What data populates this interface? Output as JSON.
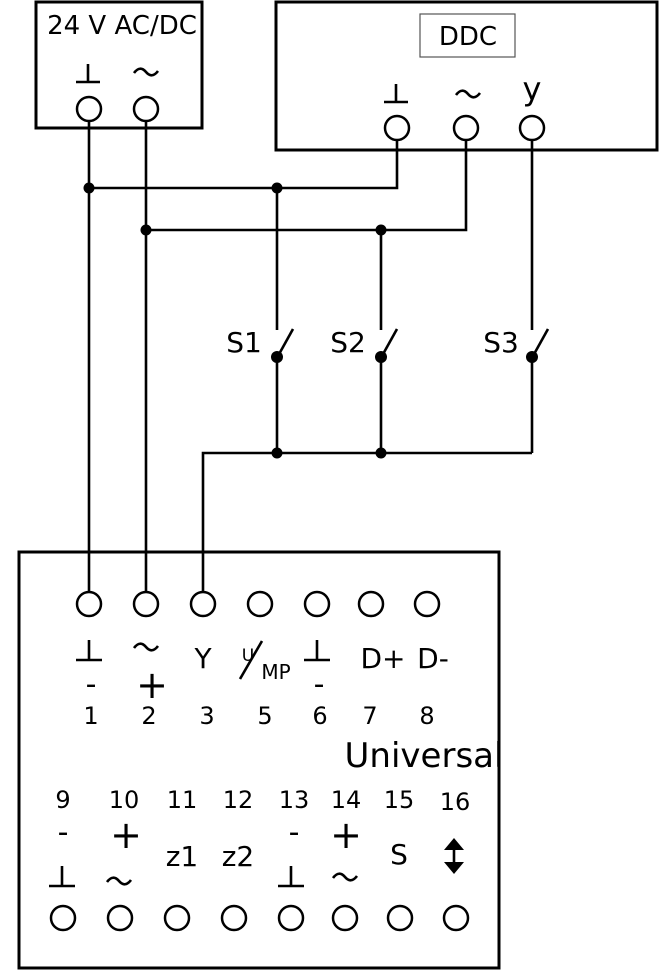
{
  "supply": {
    "label": "24 V AC/DC",
    "terminals": [
      {
        "symbol": "ground"
      },
      {
        "symbol": "ac"
      }
    ]
  },
  "ddc": {
    "label": "DDC",
    "terminals": [
      {
        "symbol": "ground",
        "text": ""
      },
      {
        "symbol": "ac",
        "text": ""
      },
      {
        "symbol": "text",
        "text": "y"
      }
    ]
  },
  "switches": [
    {
      "label": "S1"
    },
    {
      "label": "S2"
    },
    {
      "label": "S3"
    }
  ],
  "device": {
    "label": "Universal",
    "top_row": [
      {
        "number": "1",
        "label": "",
        "upper": "ground",
        "lower": "-"
      },
      {
        "number": "2",
        "label": "",
        "upper": "ac",
        "lower": "+"
      },
      {
        "number": "3",
        "label": "Y",
        "upper": "text",
        "lower": ""
      },
      {
        "number": "5",
        "label": "",
        "upper": "u-mp",
        "lower": ""
      },
      {
        "number": "6",
        "label": "",
        "upper": "ground",
        "lower": "-"
      },
      {
        "number": "7",
        "label": "D+",
        "upper": "text",
        "lower": ""
      },
      {
        "number": "8",
        "label": "D-",
        "upper": "text",
        "lower": ""
      }
    ],
    "u_mp": {
      "u": "U",
      "mp": "MP"
    },
    "bottom_row": [
      {
        "number": "9",
        "upper": "-",
        "label": "",
        "lower": "ground"
      },
      {
        "number": "10",
        "upper": "+",
        "label": "",
        "lower": "ac"
      },
      {
        "number": "11",
        "upper": "",
        "label": "z1",
        "lower": ""
      },
      {
        "number": "12",
        "upper": "",
        "label": "z2",
        "lower": ""
      },
      {
        "number": "13",
        "upper": "-",
        "label": "",
        "lower": "ground"
      },
      {
        "number": "14",
        "upper": "+",
        "label": "",
        "lower": "ac"
      },
      {
        "number": "15",
        "upper": "",
        "label": "S",
        "lower": ""
      },
      {
        "number": "16",
        "upper": "",
        "label": "",
        "lower": "updown-arrow"
      }
    ]
  }
}
